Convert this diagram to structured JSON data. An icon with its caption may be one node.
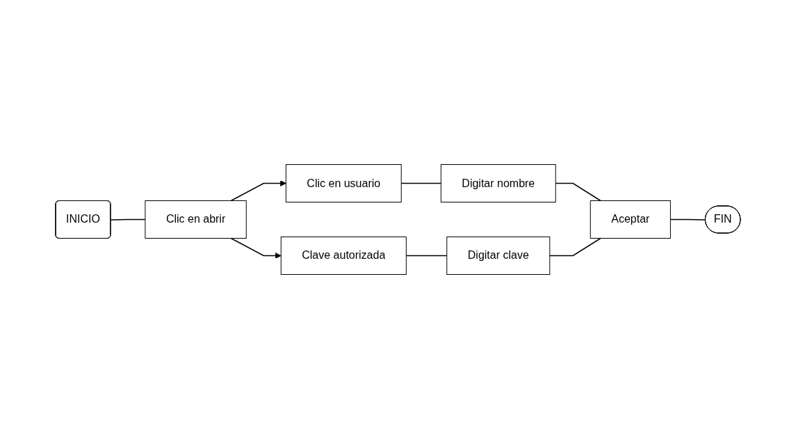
{
  "diagram": {
    "nodes": [
      {
        "text": [
          "INICIO"
        ]
      },
      {
        "text": [
          "Clic en abrir"
        ]
      },
      {
        "text": [
          "Clic en usuario"
        ]
      },
      {
        "text": [
          "Digitar nombre"
        ]
      },
      {
        "text": [
          "Clave autorizada"
        ]
      },
      {
        "text": [
          "Digitar clave"
        ]
      },
      {
        "text": [
          "Aceptar"
        ]
      },
      {
        "text": [
          "FIN"
        ]
      }
    ],
    "edges": [
      {
        "from": 0,
        "to": 1,
        "arrow": "none"
      },
      {
        "from": 1,
        "to": 2,
        "arrow": "to"
      },
      {
        "from": 1,
        "to": 4,
        "arrow": "to"
      },
      {
        "from": 2,
        "to": 3,
        "arrow": "none"
      },
      {
        "from": 3,
        "to": 6,
        "arrow": "none"
      },
      {
        "from": 4,
        "to": 5,
        "arrow": "none"
      },
      {
        "from": 5,
        "to": 6,
        "arrow": "none"
      },
      {
        "from": 6,
        "to": 7,
        "arrow": "none"
      }
    ]
  }
}
